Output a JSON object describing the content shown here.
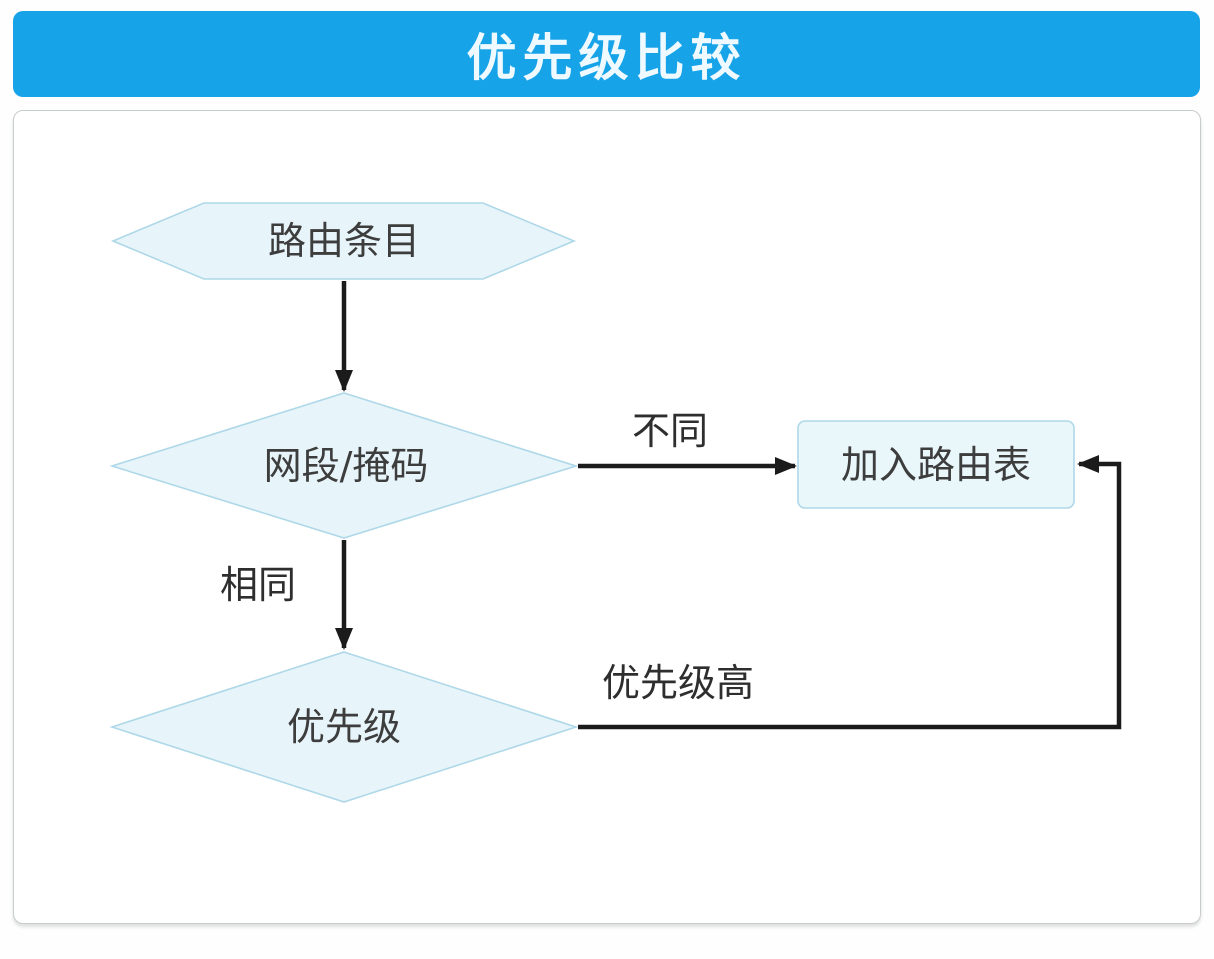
{
  "title": "优先级比较",
  "colors": {
    "header_bg": "#17a3e8",
    "header_text": "#eefaff",
    "shape_fill": "#e7f4f9",
    "shape_border": "#aed8e8",
    "arrow": "#1b1b1b",
    "label_text": "#2e2e2e",
    "panel_bg": "#ffffff",
    "panel_border": "#c7ccce"
  },
  "flowchart": {
    "nodes": [
      {
        "id": "route-entry",
        "shape": "hexagon",
        "label": "路由条目"
      },
      {
        "id": "segment-mask",
        "shape": "diamond",
        "label": "网段/掩码"
      },
      {
        "id": "add-routing-table",
        "shape": "rectangle",
        "label": "加入路由表"
      },
      {
        "id": "priority",
        "shape": "diamond",
        "label": "优先级"
      }
    ],
    "edges": [
      {
        "from": "route-entry",
        "to": "segment-mask",
        "label": ""
      },
      {
        "from": "segment-mask",
        "to": "add-routing-table",
        "label": "不同"
      },
      {
        "from": "segment-mask",
        "to": "priority",
        "label": "相同"
      },
      {
        "from": "priority",
        "to": "add-routing-table",
        "label": "优先级高"
      }
    ]
  }
}
